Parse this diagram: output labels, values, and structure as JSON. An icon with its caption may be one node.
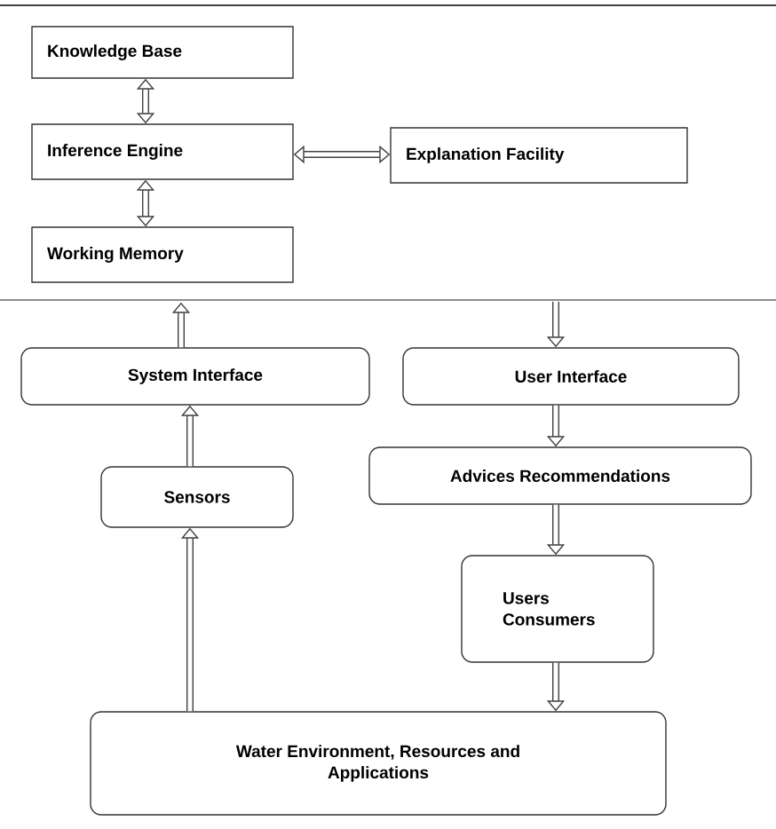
{
  "diagram": {
    "nodes": [
      {
        "text": [
          "Knowledge Base"
        ]
      },
      {
        "text": [
          "Inference Engine"
        ]
      },
      {
        "text": [
          "Explanation Facility"
        ]
      },
      {
        "text": [
          "Working Memory"
        ]
      },
      {
        "text": [
          "System Interface"
        ]
      },
      {
        "text": [
          "User Interface"
        ]
      },
      {
        "text": [
          "Sensors"
        ]
      },
      {
        "text": [
          "Advices Recommendations"
        ]
      },
      {
        "text": [
          "Users Consumers"
        ]
      },
      {
        "text": [
          "Water Environment, Resources and Applications"
        ]
      }
    ],
    "edges": [
      {
        "from": 0,
        "to": 1,
        "arrow": "both"
      },
      {
        "from": 1,
        "to": 2,
        "arrow": "both"
      },
      {
        "from": 1,
        "to": 3,
        "arrow": "both"
      },
      {
        "from": 4,
        "to": 3,
        "arrow": "to"
      },
      {
        "from": null,
        "to": 5,
        "arrow": "to"
      },
      {
        "from": 5,
        "to": 7,
        "arrow": "to"
      },
      {
        "from": 7,
        "to": 8,
        "arrow": "to"
      },
      {
        "from": 8,
        "to": 9,
        "arrow": "to"
      },
      {
        "from": 9,
        "to": 6,
        "arrow": "to"
      },
      {
        "from": 6,
        "to": 4,
        "arrow": "to"
      }
    ]
  }
}
